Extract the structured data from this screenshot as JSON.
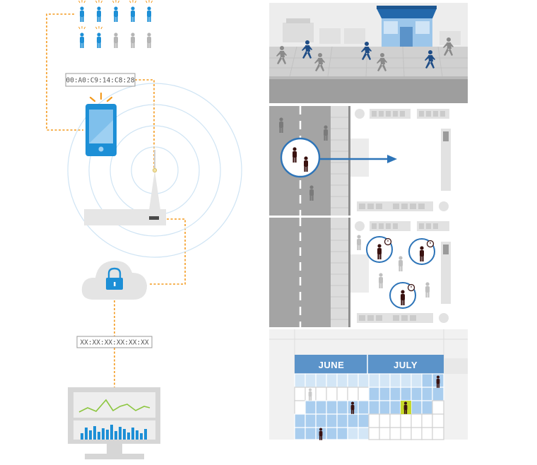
{
  "labels": {
    "mac_address": "00:A0:C9:14:C8:28",
    "hashed_address": "XX:XX:XX:XX:XX:XX"
  },
  "calendar": {
    "months": [
      "JUNE",
      "JULY"
    ]
  },
  "colors": {
    "accent_blue": "#1d8fd6",
    "header_blue": "#5b93c9",
    "cell_blue": "#a9cdee",
    "cell_light": "#d3e6f6",
    "connector_orange": "#f39a1e",
    "street_gray": "#9a9a9a",
    "visitor_dark": "#3a1210",
    "highlight_green": "#c6d92a"
  },
  "icons": {
    "phone": "smartphone-icon",
    "router": "wifi-router-icon",
    "cloud": "cloud-lock-icon",
    "monitor": "analytics-monitor-icon"
  }
}
